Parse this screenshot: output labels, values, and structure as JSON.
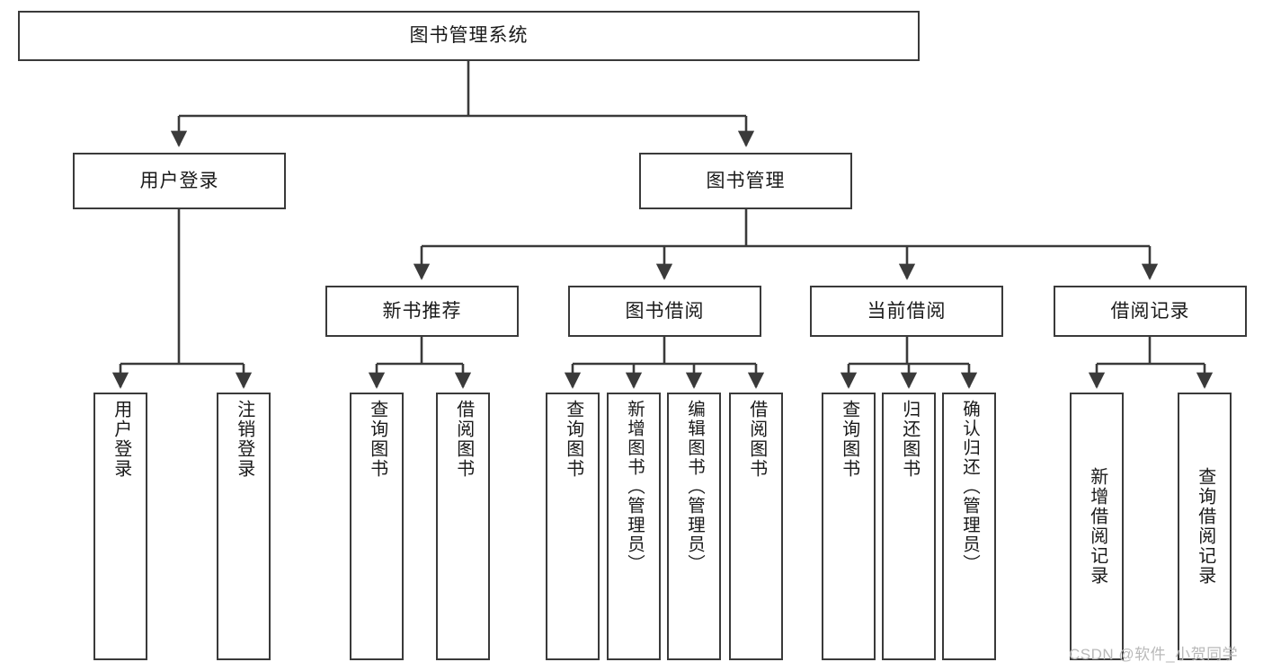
{
  "diagram": {
    "title": "图书管理系统",
    "watermark": "CSDN @软件_小贺同学",
    "root": {
      "label": "图书管理系统"
    },
    "level2": [
      {
        "label": "用户登录"
      },
      {
        "label": "图书管理"
      }
    ],
    "level3": [
      {
        "label": "新书推荐"
      },
      {
        "label": "图书借阅"
      },
      {
        "label": "当前借阅"
      },
      {
        "label": "借阅记录"
      }
    ],
    "leaves": {
      "user_login": [
        {
          "label": "用户登录"
        },
        {
          "label": "注销登录"
        }
      ],
      "new_book": [
        {
          "label": "查询图书"
        },
        {
          "label": "借阅图书"
        }
      ],
      "book_borrow": [
        {
          "label": "查询图书"
        },
        {
          "label": "新增图书（管理员）"
        },
        {
          "label": "编辑图书（管理员）"
        },
        {
          "label": "借阅图书"
        }
      ],
      "current_borrow": [
        {
          "label": "查询图书"
        },
        {
          "label": "归还图书"
        },
        {
          "label": "确认归还（管理员）"
        }
      ],
      "borrow_record": [
        {
          "label": "新增借阅记录"
        },
        {
          "label": "查询借阅记录"
        }
      ]
    }
  },
  "colors": {
    "stroke": "#3a3a3a",
    "background": "#ffffff",
    "text": "#1a1a1a",
    "watermark": "#b9b9b9"
  }
}
